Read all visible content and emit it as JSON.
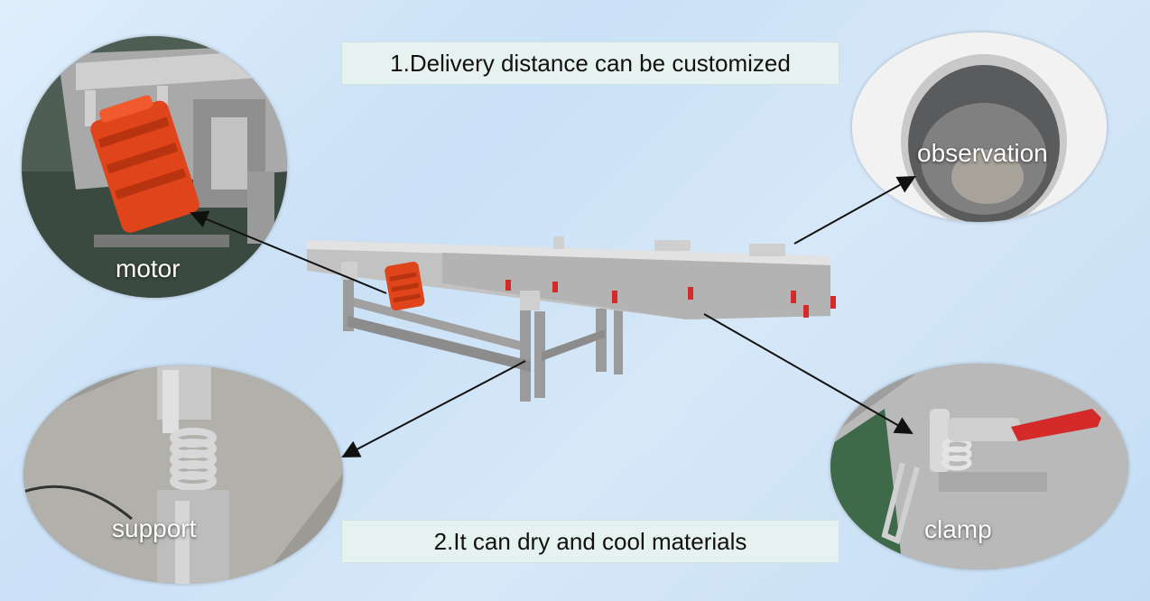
{
  "captions": {
    "top": "1.Delivery distance can be customized",
    "bottom": "2.It can dry and cool materials"
  },
  "callouts": {
    "motor": "motor",
    "observation": "observation",
    "support": "support",
    "clamp": "clamp"
  },
  "colors": {
    "background": "#cfe4f7",
    "caption_bg": "#e6f2f0",
    "motor_orange": "#e0441a",
    "handle_red": "#d42a2a",
    "steel": "#b8b8b8"
  }
}
